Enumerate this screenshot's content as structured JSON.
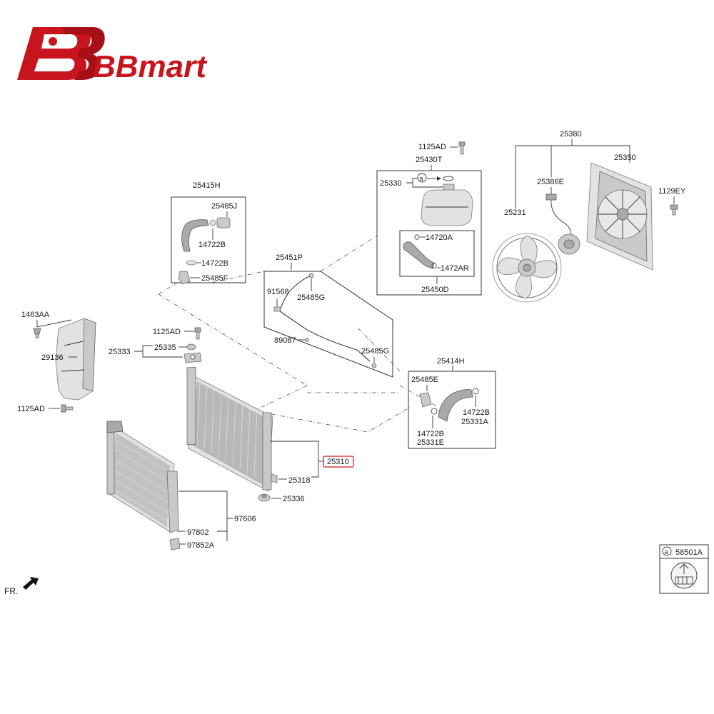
{
  "brand": {
    "name": "BBmart",
    "color": "#c8141c"
  },
  "orientation_label": "FR.",
  "highlighted_part": "25310",
  "labels": {
    "p25415H": "25415H",
    "p25485J": "25485J",
    "p14722B_a": "14722B",
    "p14722B_b": "14722B",
    "p25485F": "25485F",
    "p1125AD_top": "1125AD",
    "p25430T": "25430T",
    "p25330": "25330",
    "p14720A": "14720A",
    "p1472AR": "1472AR",
    "p25450D": "25450D",
    "p25380": "25380",
    "p25350": "25350",
    "p25386E": "25386E",
    "p1129EY": "1129EY",
    "p25231": "25231",
    "p25451P": "25451P",
    "p91568": "91568",
    "p25485G_a": "25485G",
    "p89087": "89087",
    "p25485G_b": "25485G",
    "p1463AA": "1463AA",
    "p29136": "29136",
    "p1125AD_left": "1125AD",
    "p1125AD_mid": "1125AD",
    "p25333": "25333",
    "p25335": "25335",
    "p25414H": "25414H",
    "p25485E": "25485E",
    "p14722B_c": "14722B",
    "p25331A": "25331A",
    "p14722B_d": "14722B",
    "p25331E": "25331E",
    "p25310": "25310",
    "p25318": "25318",
    "p25336": "25336",
    "p97606": "97606",
    "p97802": "97802",
    "p97852A": "97852A",
    "p58501A": "58501A",
    "ref_a": "a",
    "ref_a_box": "a"
  },
  "icons": {
    "logo": "bbmart-wrench-logo",
    "direction": "front-direction-arrow-icon",
    "coolant_warning": "coolant-label-icon"
  }
}
